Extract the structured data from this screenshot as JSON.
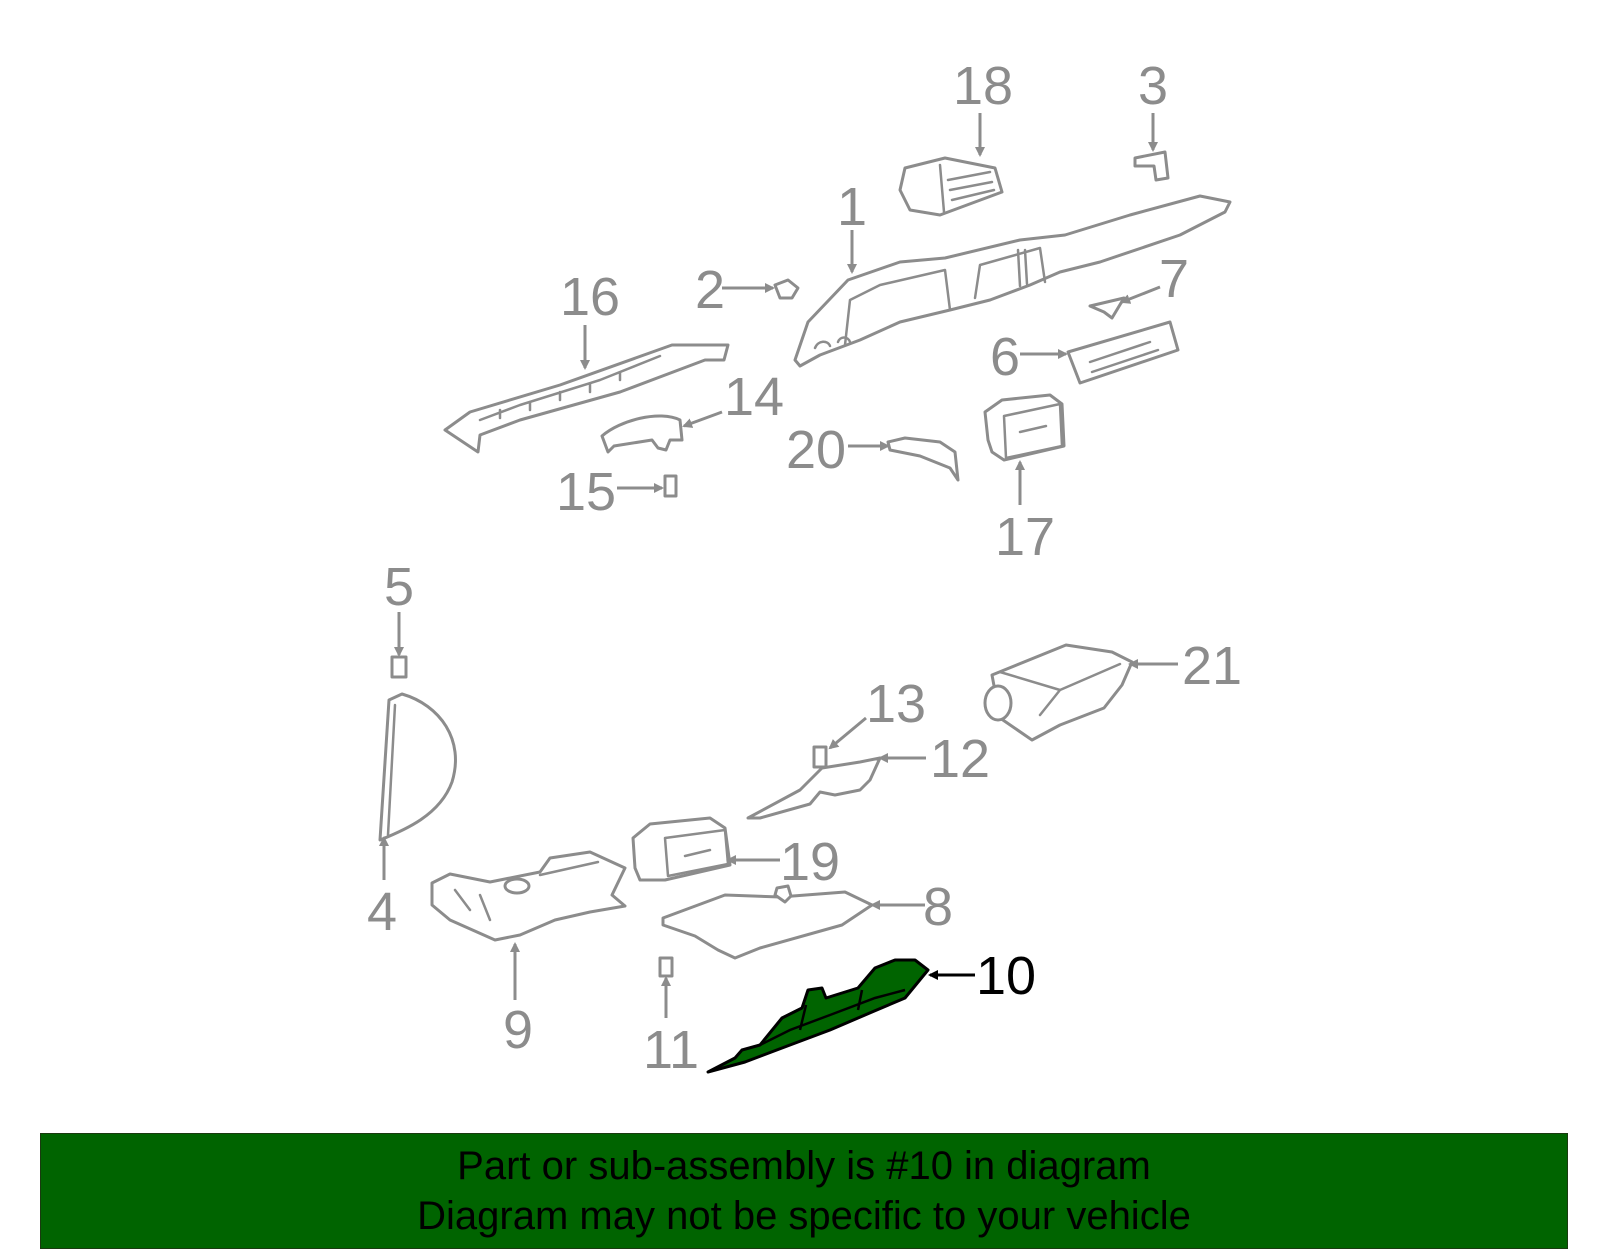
{
  "callouts": {
    "c1": "1",
    "c2": "2",
    "c3": "3",
    "c4": "4",
    "c5": "5",
    "c6": "6",
    "c7": "7",
    "c8": "8",
    "c9": "9",
    "c10": "10",
    "c11": "11",
    "c12": "12",
    "c13": "13",
    "c14": "14",
    "c15": "15",
    "c16": "16",
    "c17": "17",
    "c18": "18",
    "c19": "19",
    "c20": "20",
    "c21": "21"
  },
  "highlight": {
    "part_number": "10",
    "color": "#006400"
  },
  "colors": {
    "outline": "#8c8c8c",
    "banner_bg": "#006400",
    "text": "#000000"
  },
  "banner": {
    "line1": "Part or sub-assembly is #10 in diagram",
    "line2": "Diagram may not be specific to your vehicle"
  }
}
